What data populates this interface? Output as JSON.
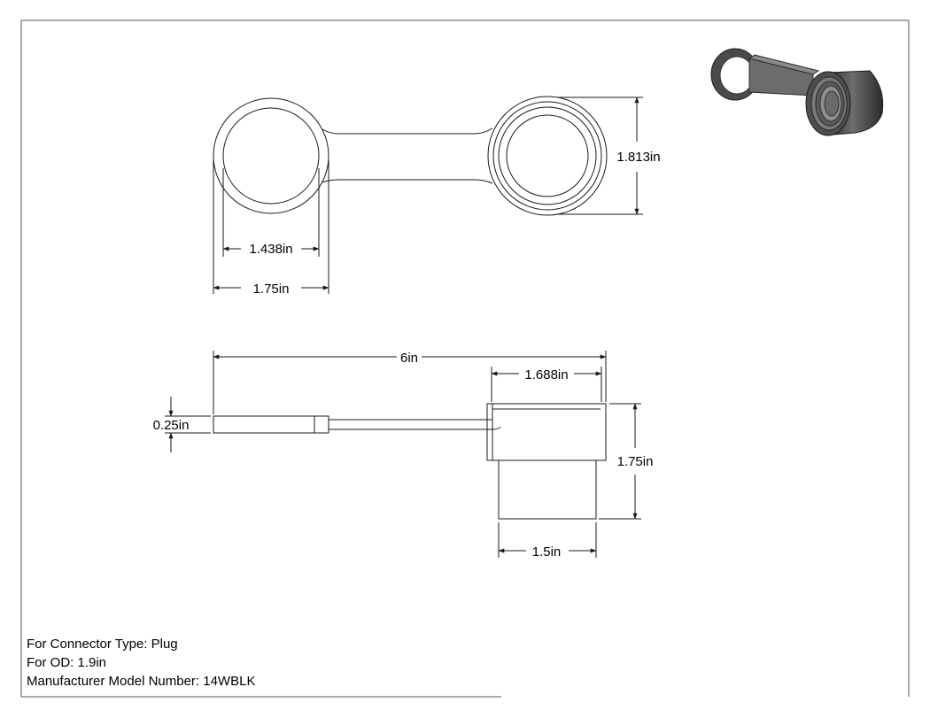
{
  "drawing": {
    "dimensions": {
      "ring_inner_diameter": "1.438in",
      "ring_outer_diameter": "1.75in",
      "cap_height_top": "1.813in",
      "overall_length": "6in",
      "cap_outer_diameter": "1.688in",
      "strap_thickness": "0.25in",
      "cap_height_side": "1.75in",
      "cap_base_diameter": "1.5in"
    },
    "info": {
      "connector_type": "For Connector Type: Plug",
      "od": "For OD: 1.9in",
      "model_number": "Manufacturer Model Number: 14WBLK"
    }
  },
  "colors": {
    "line": "#1a1a1a",
    "border": "#555555",
    "render_dark": "#3c3c3c",
    "render_mid": "#6e6e6e",
    "render_light": "#9a9a9a"
  }
}
